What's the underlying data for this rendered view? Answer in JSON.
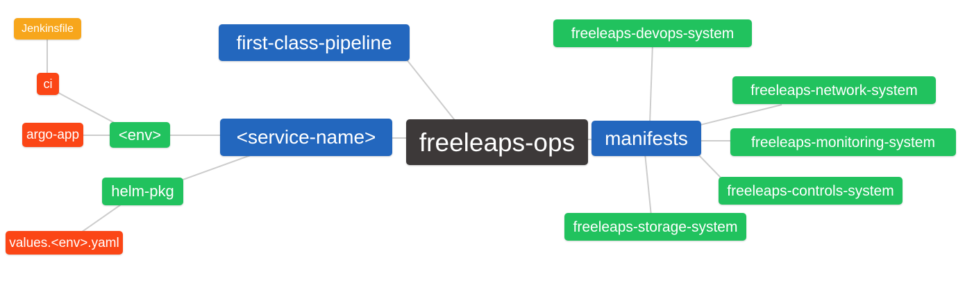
{
  "diagram": {
    "title": "freeleaps-ops mind map",
    "background_color": "#FFFFFF",
    "edge_color": "#CCCCCC",
    "text_color": "#FFFFFF",
    "palette": {
      "root_dark": "#3D3939",
      "branch_blue": "#2367BE",
      "leaf_green": "#21C25E",
      "leaf_red": "#FB4616",
      "leaf_amber": "#F7A61C"
    },
    "nodes": [
      {
        "id": "jenkinsfile",
        "label": "Jenkinsfile",
        "color": "leaf_amber"
      },
      {
        "id": "ci",
        "label": "ci",
        "color": "leaf_red"
      },
      {
        "id": "argo-app",
        "label": "argo-app",
        "color": "leaf_red"
      },
      {
        "id": "env",
        "label": "<env>",
        "color": "leaf_green"
      },
      {
        "id": "helm-pkg",
        "label": "helm-pkg",
        "color": "leaf_green"
      },
      {
        "id": "values-yaml",
        "label": "values.<env>.yaml",
        "color": "leaf_red"
      },
      {
        "id": "service-name",
        "label": "<service-name>",
        "color": "branch_blue"
      },
      {
        "id": "first-class-pipeline",
        "label": "first-class-pipeline",
        "color": "branch_blue"
      },
      {
        "id": "freeleaps-ops",
        "label": "freeleaps-ops",
        "color": "root_dark"
      },
      {
        "id": "manifests",
        "label": "manifests",
        "color": "branch_blue"
      },
      {
        "id": "devops",
        "label": "freeleaps-devops-system",
        "color": "leaf_green"
      },
      {
        "id": "network",
        "label": "freeleaps-network-system",
        "color": "leaf_green"
      },
      {
        "id": "monitoring",
        "label": "freeleaps-monitoring-system",
        "color": "leaf_green"
      },
      {
        "id": "controls",
        "label": "freeleaps-controls-system",
        "color": "leaf_green"
      },
      {
        "id": "storage",
        "label": "freeleaps-storage-system",
        "color": "leaf_green"
      }
    ],
    "edges": [
      {
        "from": "jenkinsfile",
        "to": "ci"
      },
      {
        "from": "ci",
        "to": "env"
      },
      {
        "from": "argo-app",
        "to": "env"
      },
      {
        "from": "env",
        "to": "service-name"
      },
      {
        "from": "service-name",
        "to": "helm-pkg"
      },
      {
        "from": "helm-pkg",
        "to": "values-yaml"
      },
      {
        "from": "service-name",
        "to": "freeleaps-ops"
      },
      {
        "from": "first-class-pipeline",
        "to": "freeleaps-ops"
      },
      {
        "from": "freeleaps-ops",
        "to": "manifests"
      },
      {
        "from": "manifests",
        "to": "devops"
      },
      {
        "from": "manifests",
        "to": "network"
      },
      {
        "from": "manifests",
        "to": "monitoring"
      },
      {
        "from": "manifests",
        "to": "controls"
      },
      {
        "from": "manifests",
        "to": "storage"
      }
    ]
  }
}
